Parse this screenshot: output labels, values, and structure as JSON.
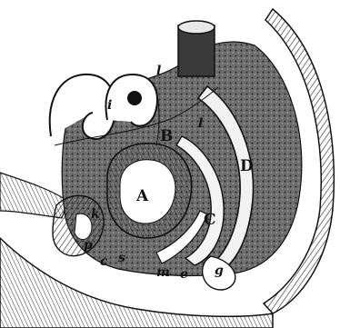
{
  "figure": {
    "colors": {
      "ink": "#111111",
      "paper": "#ffffff",
      "fill": "#d9d9d9",
      "dark_fill": "#555555"
    },
    "labels": {
      "A": "A",
      "B": "B",
      "C": "C",
      "D": "D",
      "l_upper": "l",
      "l_right": "l",
      "i": "i",
      "k": "k",
      "p": "p",
      "m": "m",
      "e": "e",
      "g": "g",
      "c": "c",
      "s": "s"
    }
  }
}
